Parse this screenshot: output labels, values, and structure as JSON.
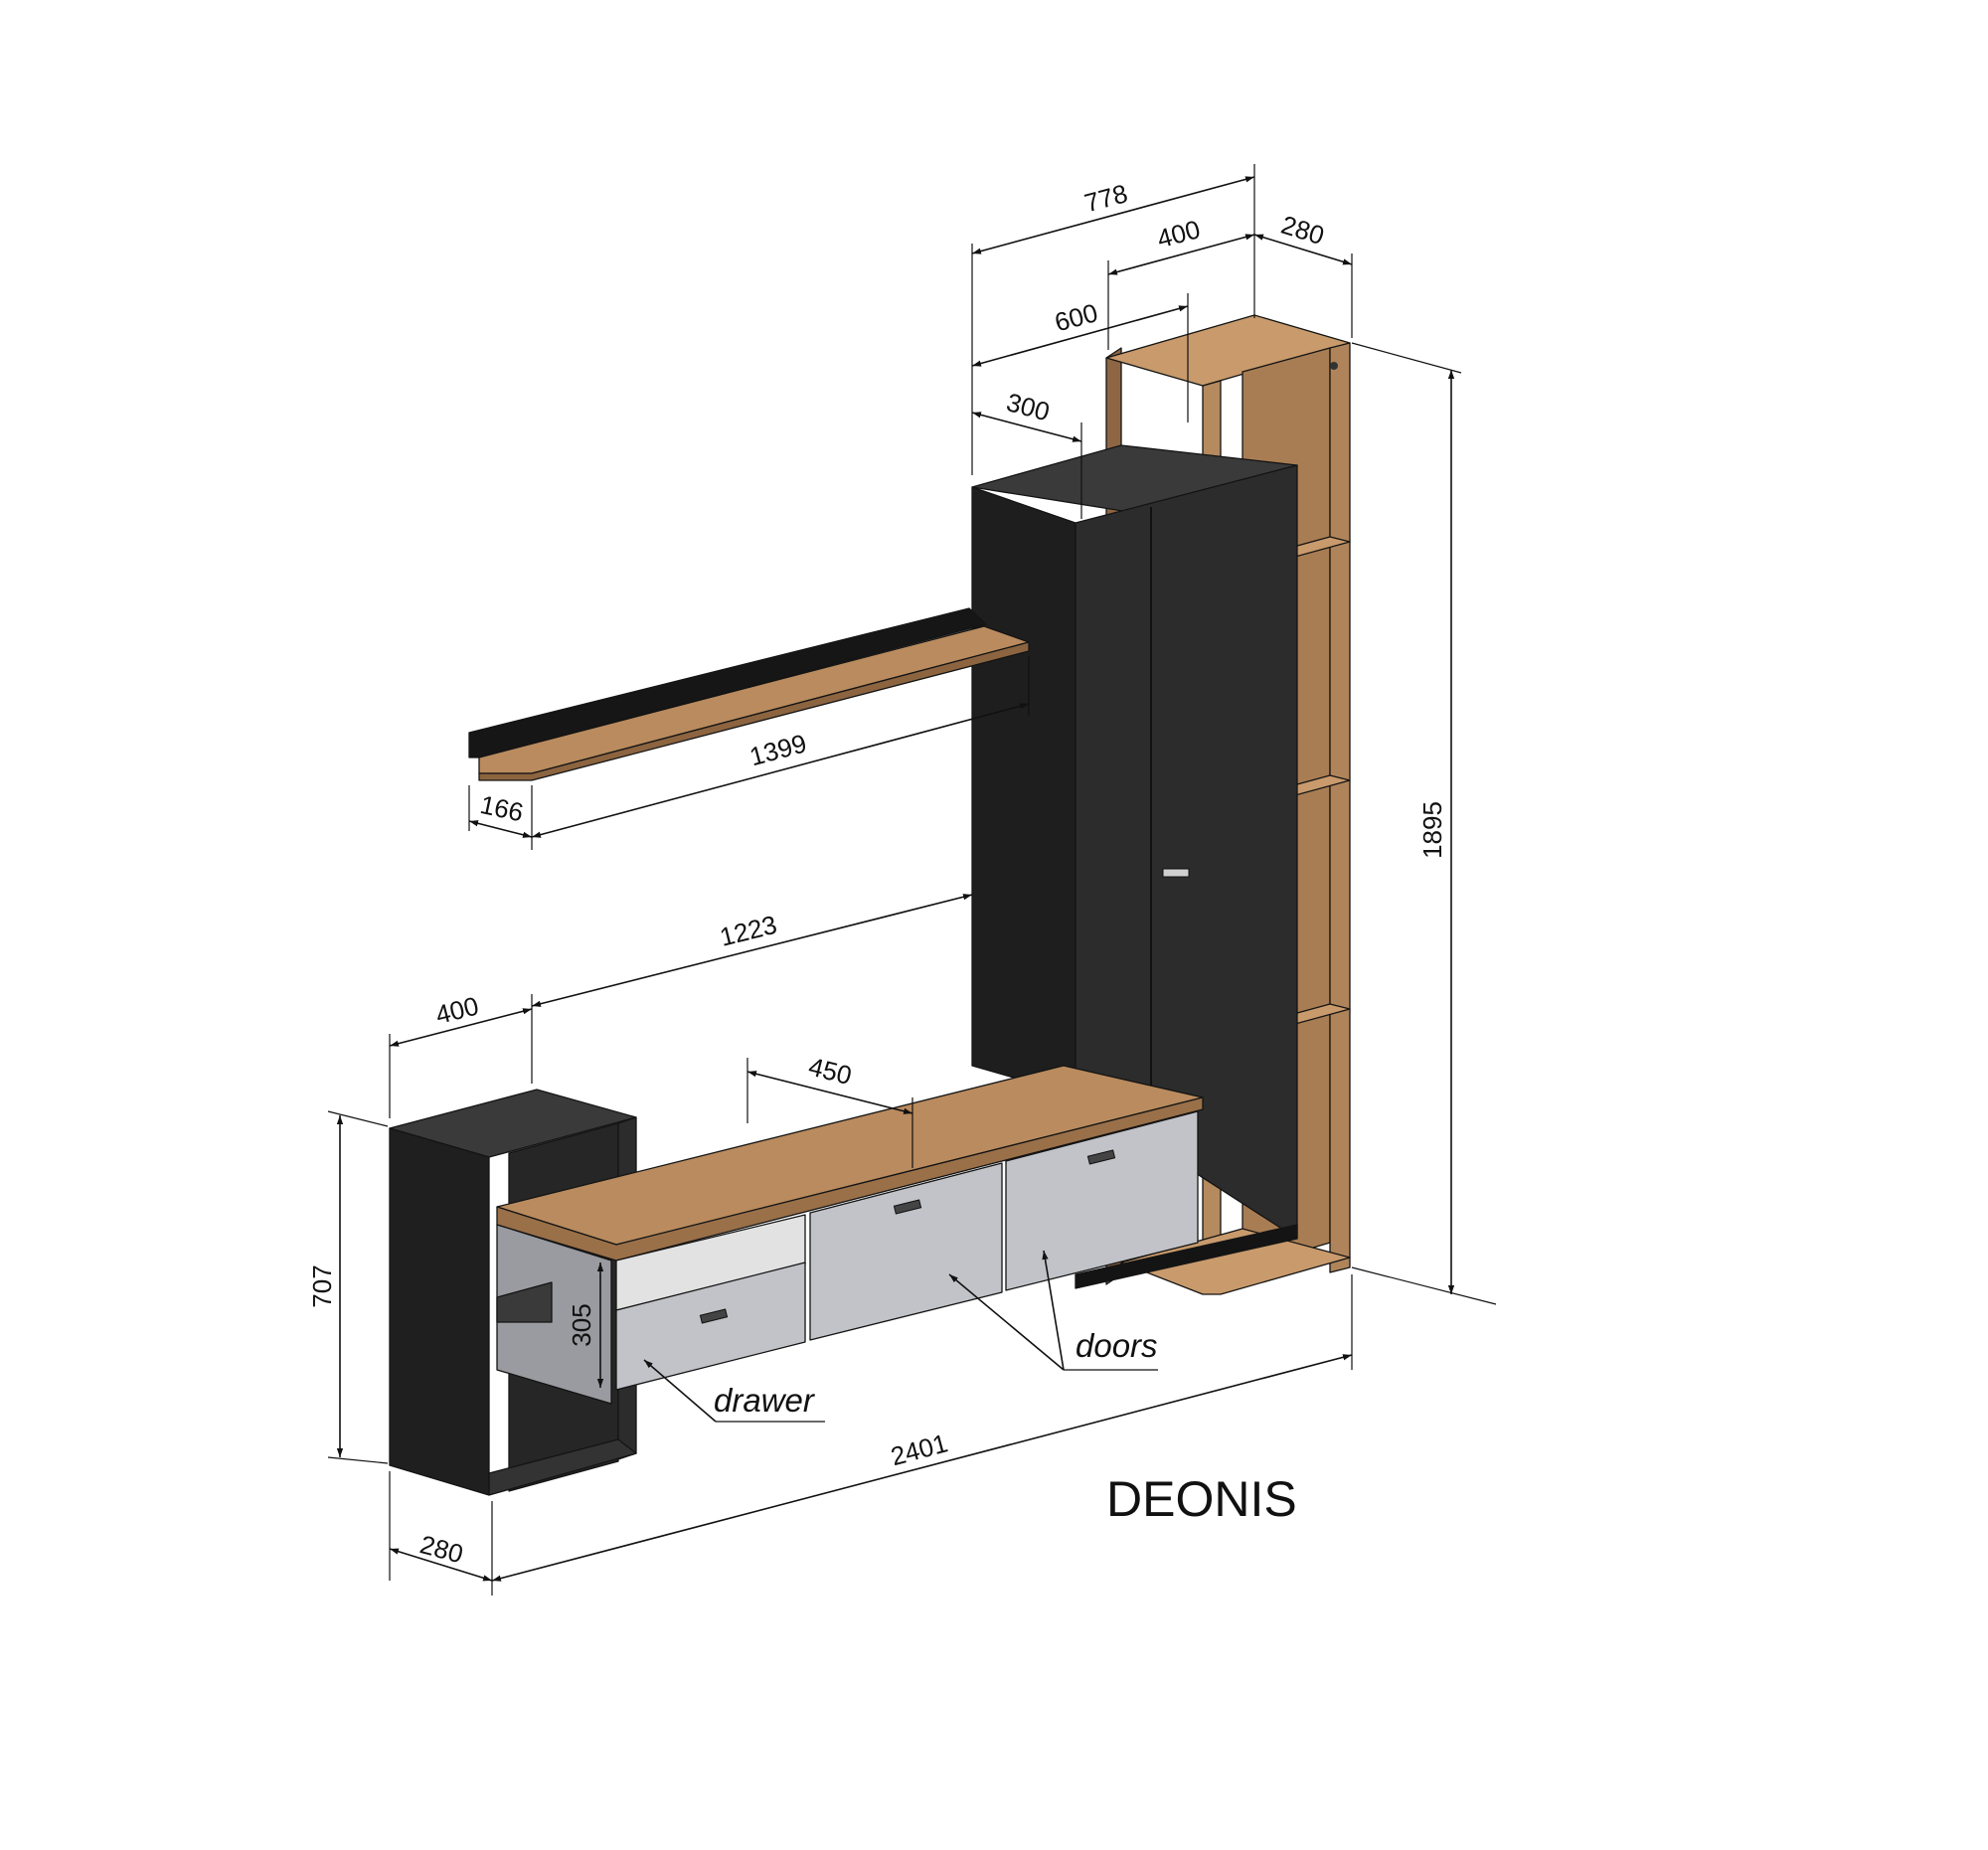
{
  "title": "DEONIS",
  "colors": {
    "black_panel": "#2a2a2a",
    "black_panel_dark": "#1e1e1e",
    "wood": "#b0845a",
    "wood_light": "#c89a6c",
    "wood_dark": "#8c6440",
    "grey_front": "#c2c3c8",
    "grey_side": "#9a9ba0"
  },
  "dimensions": {
    "top_total_width": "778",
    "column_depth_top": "400",
    "column_width_top": "280",
    "cabinet_depth": "600",
    "cabinet_width_top": "300",
    "total_height": "1895",
    "shelf_length": "1399",
    "shelf_depth": "166",
    "base_length": "1223",
    "left_unit_width": "400",
    "base_depth": "450",
    "left_unit_height": "707",
    "drawer_height": "305",
    "total_length": "2401",
    "left_unit_depth": "280"
  },
  "labels": {
    "drawer": "drawer",
    "doors": "doors"
  }
}
